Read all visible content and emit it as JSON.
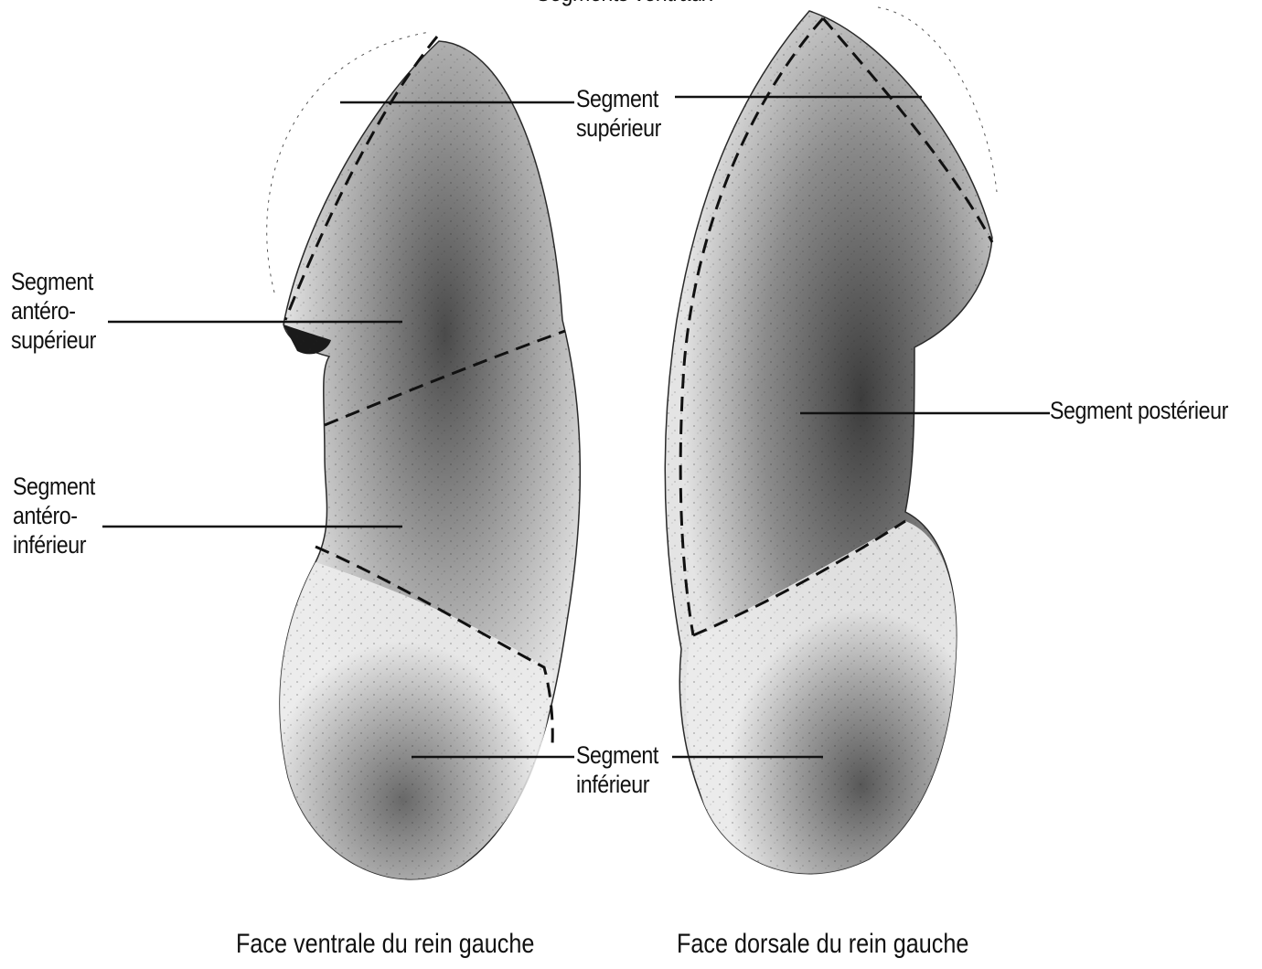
{
  "header": {
    "title_partial": "Segments ventraux"
  },
  "labels": {
    "segment_superieur": "Segment\nsupérieur",
    "segment_antero_superieur": "Segment\nantéro-\nsupérieur",
    "segment_antero_inferieur": "Segment\nantéro-\ninférieur",
    "segment_posterieur": "Segment postérieur",
    "segment_inferieur": "Segment\ninférieur"
  },
  "captions": {
    "ventral": "Face ventrale du rein gauche",
    "dorsal": "Face dorsale du rein gauche"
  },
  "colors": {
    "ink": "#111111",
    "kidney_light": "#e6e6e6",
    "kidney_dark": "#555555"
  }
}
